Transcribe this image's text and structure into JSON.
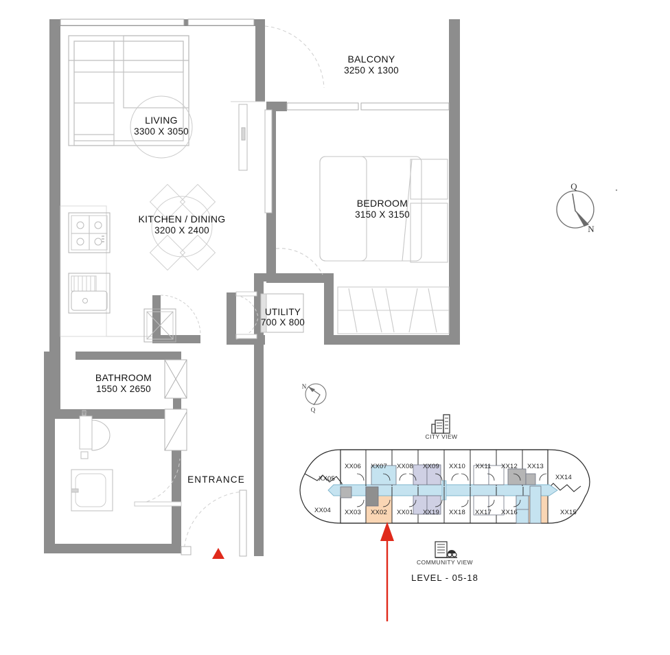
{
  "plan": {
    "rooms": [
      {
        "id": "living",
        "name": "LIVING",
        "dims": "3300 X 3050"
      },
      {
        "id": "kitchen",
        "name": "KITCHEN / DINING",
        "dims": "3200 X 2400"
      },
      {
        "id": "balcony",
        "name": "BALCONY",
        "dims": "3250 X 1300"
      },
      {
        "id": "bedroom",
        "name": "BEDROOM",
        "dims": "3150 X 3150"
      },
      {
        "id": "utility",
        "name": "UTILITY",
        "dims": "700 X 800"
      },
      {
        "id": "bathroom",
        "name": "BATHROOM",
        "dims": "1550 X 2650"
      }
    ],
    "entrance_label": "ENTRANCE"
  },
  "compass_main": {
    "top": "Q",
    "bottom": "N"
  },
  "compass_key": {
    "top": "N",
    "bottom": "Q"
  },
  "keyplan": {
    "city_view_label": "CITY VIEW",
    "community_view_label": "COMMUNITY VIEW",
    "level_label": "LEVEL - 05-18",
    "top_units": [
      "XX06",
      "XX07",
      "XX08",
      "XX09",
      "XX10",
      "XX11",
      "XX12",
      "XX13"
    ],
    "bottom_units": [
      "XX03",
      "XX02",
      "XX01",
      "XX19",
      "XX18",
      "XX17",
      "XX16"
    ],
    "corner_units": {
      "top_left": "XX05",
      "bottom_left": "XX04",
      "top_right": "XX14",
      "bottom_right": "XX15"
    },
    "highlighted_units": [
      "XX02",
      "XX17"
    ],
    "current_unit": "XX02"
  },
  "colors": {
    "wall": "#8d8d8d",
    "highlight": "#fad6b4",
    "corridor": "#c5e3f0",
    "unit_blue": "#c5e3f0",
    "unit_lavender": "#cfd0e4",
    "unit_grey": "#b5b5b5",
    "marker_red": "#e02a1b",
    "line": "#b9b9b9"
  }
}
